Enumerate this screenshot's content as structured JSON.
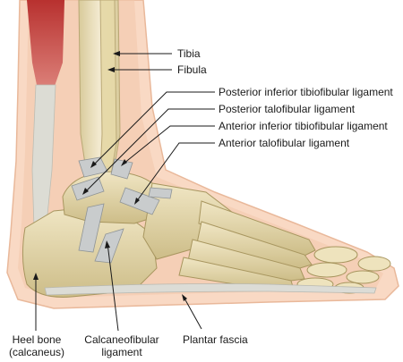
{
  "labels": {
    "tibia": "Tibia",
    "fibula": "Fibula",
    "posterior_inferior_tibiofibular": "Posterior inferior tibiofibular ligament",
    "posterior_talofibular": "Posterior talofibular ligament",
    "anterior_inferior_tibiofibular": "Anterior inferior tibiofibular ligament",
    "anterior_talofibular": "Anterior talofibular ligament",
    "heel_bone_line1": "Heel bone",
    "heel_bone_line2": "(calcaneus)",
    "calcaneofibular_line1": "Calcaneofibular",
    "calcaneofibular_line2": "ligament",
    "plantar_fascia": "Plantar fascia"
  },
  "colors": {
    "skin": "#f9d9c4",
    "skin_inner": "#f3c2a6",
    "bone": "#e8dcb0",
    "bone_dark": "#c8b781",
    "ligament": "#c9cccd",
    "muscle": "#c0393a",
    "tendon": "#d9d9d2",
    "text": "#1a1a1a"
  }
}
